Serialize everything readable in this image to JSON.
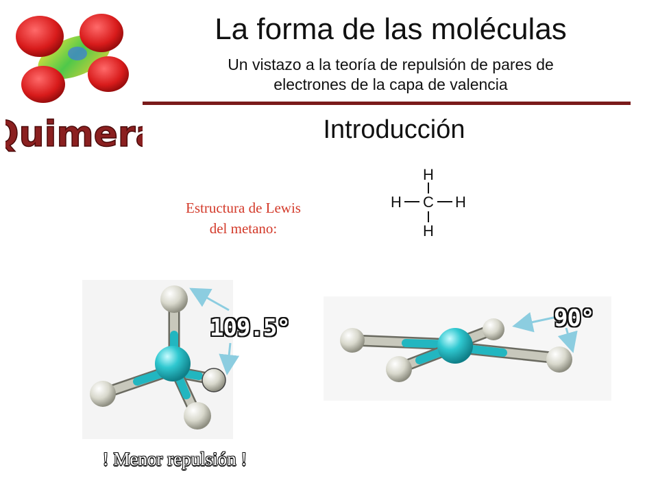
{
  "header": {
    "title": "La forma de las moléculas",
    "subtitle_line1": "Un vistazo a la teoría de repulsión de pares de",
    "subtitle_line2": "electrones de la capa de valencia",
    "section": "Introducción"
  },
  "logo": {
    "text": "Quimera",
    "color": "#8b2020"
  },
  "lewis": {
    "caption_line1": "Estructura de Lewis",
    "caption_line2": "del metano:",
    "center_atom": "C",
    "top_atom": "H",
    "bottom_atom": "H",
    "left_atom": "H",
    "right_atom": "H"
  },
  "molecules": {
    "tetrahedral_angle": "109.5°",
    "planar_angle": "90°"
  },
  "footer": {
    "text": "! Menor repulsión !"
  },
  "colors": {
    "carbon": "#2fc8d0",
    "hydrogen": "#d8d8cc",
    "rule": "#7a1a1a",
    "caption": "#d33a2a",
    "arrow": "#8ccde0"
  }
}
